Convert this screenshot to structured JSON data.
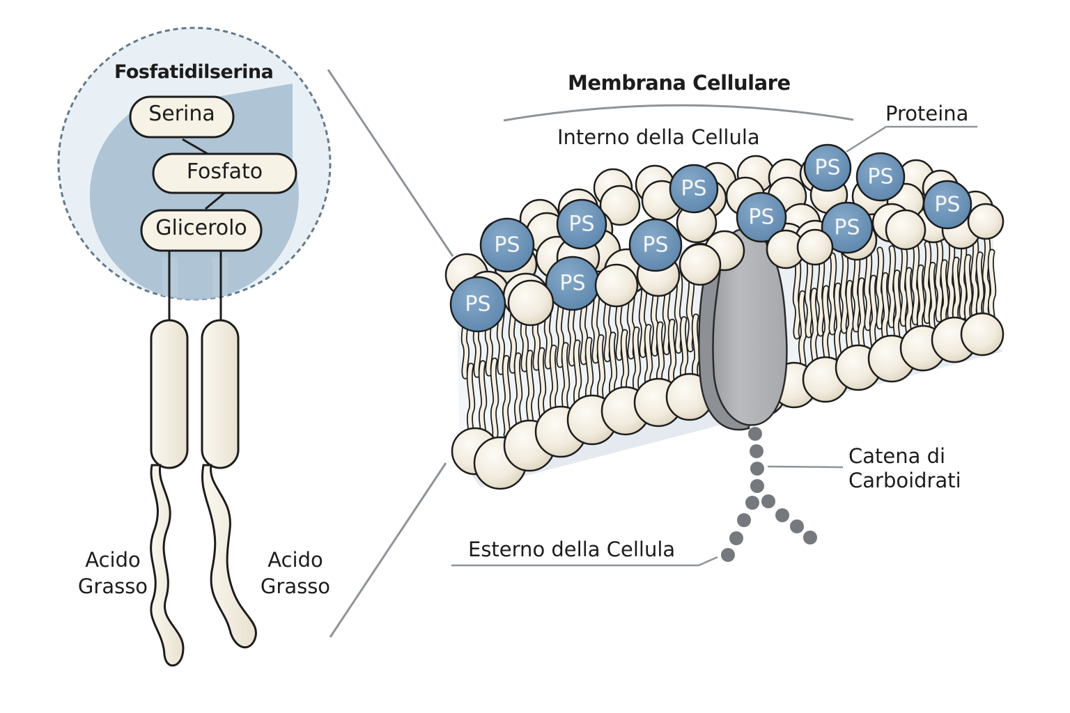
{
  "molecule": {
    "title": "Fosfatidilserina",
    "head_groups": [
      {
        "label": "Serina"
      },
      {
        "label": "Fosfato"
      },
      {
        "label": "Glicerolo"
      }
    ],
    "tails": [
      {
        "label_line1": "Acido",
        "label_line2": "Grasso"
      },
      {
        "label_line1": "Acido",
        "label_line2": "Grasso"
      }
    ]
  },
  "membrane": {
    "title": "Membrana Cellulare",
    "inner_side_label": "Interno della Cellula",
    "outer_side_label": "Esterno della Cellula",
    "protein_label": "Proteina",
    "carbohydrate_label_line1": "Catena di",
    "carbohydrate_label_line2": "Carboidrati",
    "ps_marker": "PS",
    "ps_count": 11
  },
  "colors": {
    "lipid_head": "#f1ece0",
    "ps_head": "#6b93b8",
    "protein": "#a9abae",
    "carbohydrate": "#75787d",
    "zoom_circle_fill": "#e9f0f5",
    "zoom_circle_border": "#62798d",
    "leader_line": "#8e9399"
  }
}
